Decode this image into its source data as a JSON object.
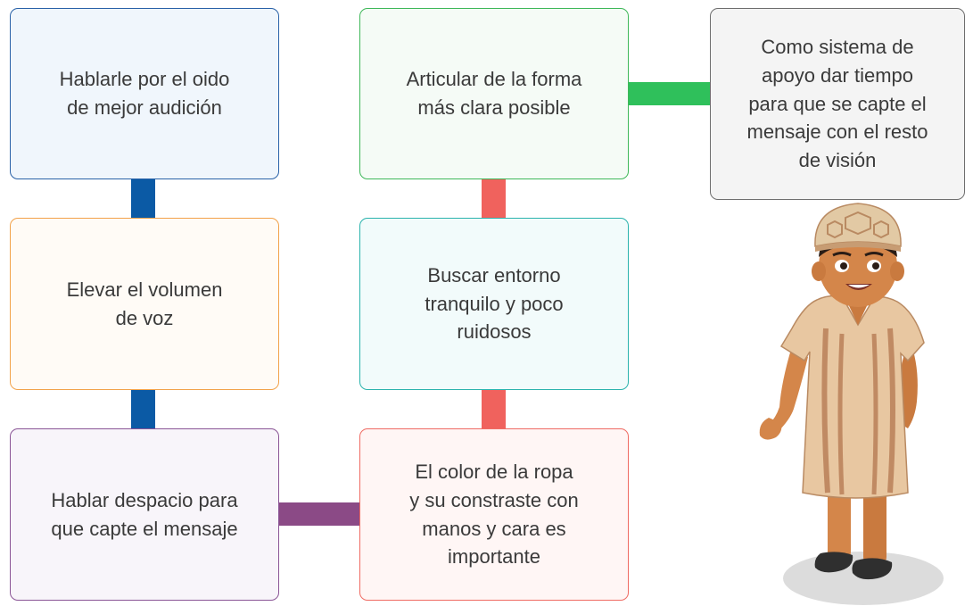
{
  "boxes": {
    "b1": {
      "text": "Hablarle por el oido\nde mejor audición",
      "bg": "#f0f6fc",
      "border": "#2a62a8"
    },
    "b2": {
      "text": "Elevar el volumen\nde voz",
      "bg": "#fffbf6",
      "border": "#f2a24a"
    },
    "b3": {
      "text": "Hablar despacio para\nque capte el mensaje",
      "bg": "#f8f5fa",
      "border": "#8a5596"
    },
    "b4": {
      "text": "Articular de la forma\nmás clara posible",
      "bg": "#f5fbf6",
      "border": "#3fb85a"
    },
    "b5": {
      "text": "Buscar entorno\ntranquilo y poco\nruidosos",
      "bg": "#f2fbfb",
      "border": "#2bb3ad"
    },
    "b6": {
      "text": "El color de la ropa\ny su constraste con\nmanos y cara es\nimportante",
      "bg": "#fff6f5",
      "border": "#ef6b63"
    },
    "b7": {
      "text": "Como sistema de\napoyo dar tiempo\npara que se capte el\nmensaje con el resto\nde visión",
      "bg": "#f4f4f4",
      "border": "#6e6e6e"
    }
  },
  "connector_colors": {
    "blue": "#0b5aa5",
    "coral": "#f0625d",
    "purple": "#8b4a86",
    "green": "#2fc05b"
  }
}
